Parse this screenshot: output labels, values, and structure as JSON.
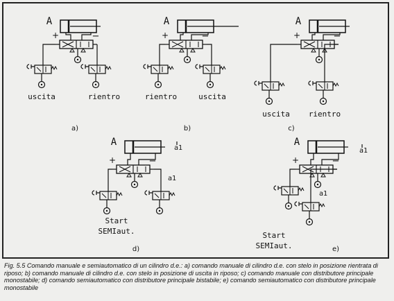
{
  "figure": {
    "panels": [
      {
        "id": "a",
        "sublabel": "a)",
        "cyl": "A",
        "left_label": "uscita",
        "right_label": "rientro",
        "plus": "+",
        "minus": "−"
      },
      {
        "id": "b",
        "sublabel": "b)",
        "cyl": "A",
        "left_label": "rientro",
        "right_label": "uscita",
        "plus": "+",
        "minus": "−"
      },
      {
        "id": "c",
        "sublabel": "c)",
        "cyl": "A",
        "left_label": "uscita",
        "right_label": "rientro",
        "plus": "+",
        "minus": "−"
      },
      {
        "id": "d",
        "sublabel": "d)",
        "cyl": "A",
        "limit_switch_top": "a1",
        "limit_switch": "a1",
        "start_label": "Start",
        "mode_label": "SEMIaut.",
        "plus": "+",
        "minus": "−"
      },
      {
        "id": "e",
        "sublabel": "e)",
        "cyl": "A",
        "limit_switch_top": "a1",
        "limit_switch": "a1",
        "start_label": "Start",
        "mode_label": "SEMIaut.",
        "plus": "+",
        "minus": "−"
      }
    ]
  },
  "caption": {
    "fig_no": "Fig. 5.5",
    "text": "Comando manuale e semiautomatico di un cilindro d.e.: a) comando manuale di cilindro d.e. con stelo in posizione rientrata di riposo; b) comando manuale di cilindro d.e. con stelo in posizione di uscita in riposo; c) comando manuale con distributore principale monostabile; d) comando semiautomatico con distributore principale bistabile; e) comando semiautomatico con distributore principale monostabile"
  }
}
